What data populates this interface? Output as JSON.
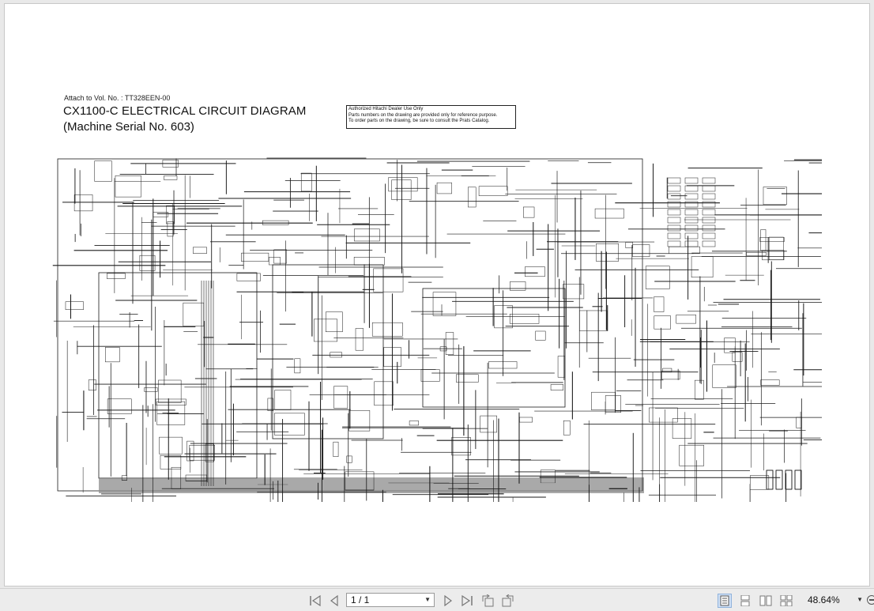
{
  "document": {
    "attach_line": "Attach to Vol. No. : TT328EEN-00",
    "title": "CX1100-C ELECTRICAL CIRCUIT DIAGRAM",
    "subtitle": "(Machine Serial No. 603)",
    "notice_lines": [
      "Authorized Hitachi Dealer Use Only",
      "Parts numbers on the drawing are provided only for reference purpose.",
      "To order parts on the drawing, be sure to consult the Prats Catalog."
    ]
  },
  "toolbar": {
    "first_page_icon": "first-page-icon",
    "prev_page_icon": "previous-page-icon",
    "page_value": "1 / 1",
    "next_page_icon": "next-page-icon",
    "last_page_icon": "last-page-icon",
    "zoom_value": "48.64%",
    "view_modes": [
      "single-page-icon",
      "continuous-icon",
      "two-page-icon",
      "two-page-continuous-icon"
    ]
  },
  "colors": {
    "line": "#1a1a1a",
    "viewer_bg": "#e9e9e9",
    "toolbar_bg": "#ececec"
  }
}
